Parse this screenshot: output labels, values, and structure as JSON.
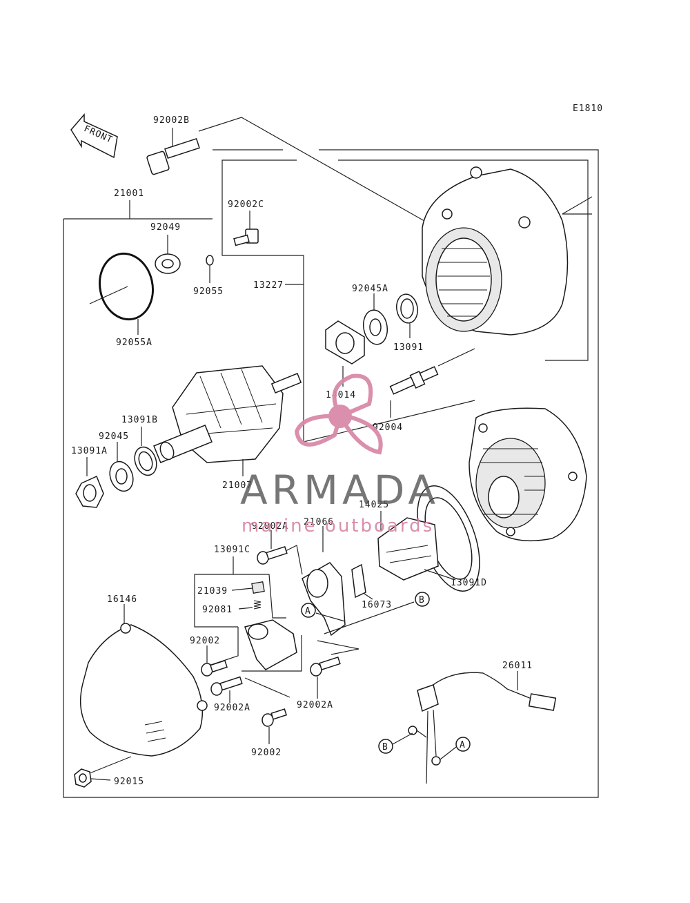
{
  "diagram_code": "E1810",
  "front_label": "FRONT",
  "callout_a": "A",
  "callout_b": "B",
  "watermark": {
    "brand": "ARMADA",
    "tagline": "marine outboards",
    "color": "#d98aa8",
    "text_color": "#555555"
  },
  "parts": {
    "p92002B": "92002B",
    "p21001": "21001",
    "p92002C": "92002C",
    "p92049": "92049",
    "p92055": "92055",
    "p13227": "13227",
    "p92045A": "92045A",
    "p13091": "13091",
    "p92055A": "92055A",
    "p14014": "14014",
    "p13091B": "13091B",
    "p92045": "92045",
    "p92004": "92004",
    "p13091A": "13091A",
    "p21007": "21007",
    "p14025": "14025",
    "p21066": "21066",
    "p92002A_1": "92002A",
    "p13091C": "13091C",
    "p13091D": "13091D",
    "p21039": "21039",
    "p92081": "92081",
    "p16073": "16073",
    "p16146": "16146",
    "p92002_1": "92002",
    "p26011": "26011",
    "p92002A_2": "92002A",
    "p92002A_3": "92002A",
    "p92002_2": "92002",
    "p92015": "92015"
  }
}
